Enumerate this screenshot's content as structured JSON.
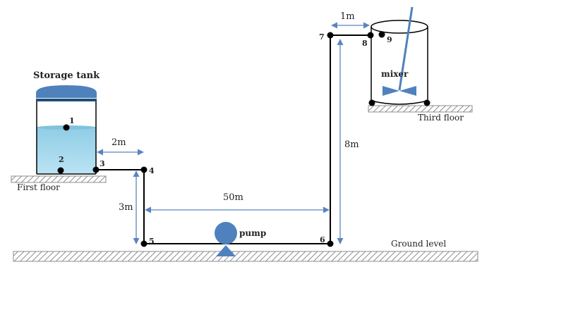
{
  "labels": {
    "storage_tank": "Storage tank",
    "mixer": "mixer",
    "pump": "pump",
    "first_floor": "First floor",
    "third_floor": "Third floor",
    "ground_level": "Ground level"
  },
  "dimensions": {
    "d_3_4": "2m",
    "d_4_5": "3m",
    "d_5_6": "50m",
    "d_6_7": "8m",
    "d_7_8": "1m"
  },
  "points": [
    "1",
    "2",
    "3",
    "4",
    "5",
    "6",
    "7",
    "8",
    "9"
  ],
  "colors": {
    "pipe": "#000000",
    "arrow": "#5b84bf",
    "tank": "#4f81bd",
    "water": "#9bd3ea",
    "pump": "#4f81bd"
  }
}
